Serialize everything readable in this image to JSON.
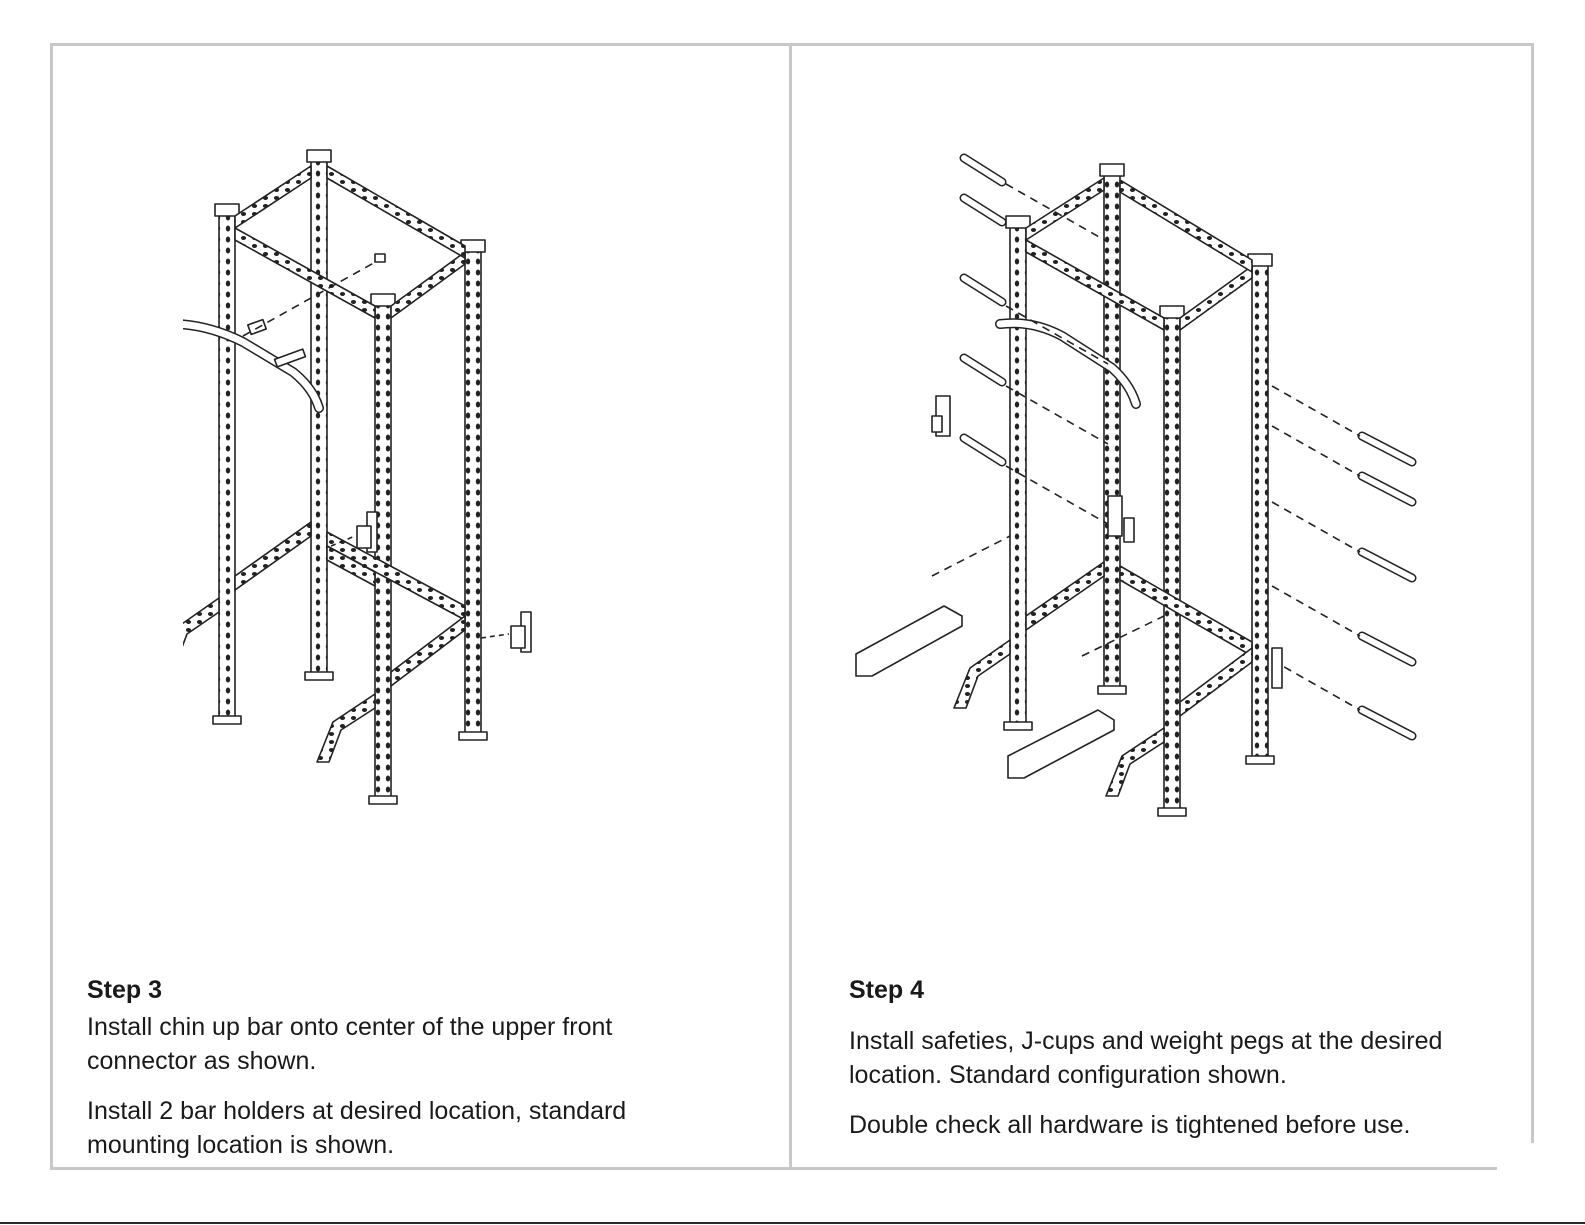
{
  "steps": [
    {
      "title": "Step 3",
      "paragraphs": [
        "Install chin up bar onto center of the upper front connector as shown.",
        "Install 2 bar holders at desired location, standard mounting location is shown."
      ]
    },
    {
      "title": "Step 4",
      "paragraphs": [
        "Install safeties, J-cups and weight pegs at the desired location. Standard configuration shown.",
        "Double check all hardware is tightened before use."
      ]
    }
  ],
  "colors": {
    "frame": "#c8c8c8",
    "ink": "#1a1a1a"
  }
}
